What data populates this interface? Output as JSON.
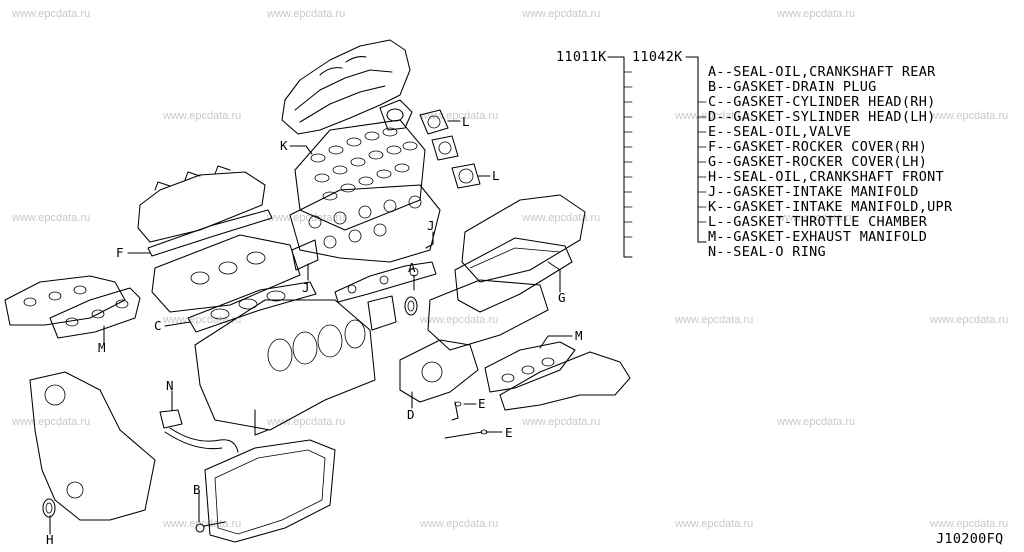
{
  "watermark": "www.epcdata.ru",
  "part_numbers": {
    "kit_a": "11011K",
    "kit_b": "11042K"
  },
  "legend": [
    {
      "code": "A",
      "text": "A--SEAL-OIL,CRANKSHAFT REAR"
    },
    {
      "code": "B",
      "text": "B--GASKET-DRAIN PLUG"
    },
    {
      "code": "C",
      "text": "C--GASKET-CYLINDER HEAD(RH)"
    },
    {
      "code": "D",
      "text": "D--GASKET-SYLINDER HEAD(LH)"
    },
    {
      "code": "E",
      "text": "E--SEAL-OIL,VALVE"
    },
    {
      "code": "F",
      "text": "F--GASKET-ROCKER COVER(RH)"
    },
    {
      "code": "G",
      "text": "G--GASKET-ROCKER COVER(LH)"
    },
    {
      "code": "H",
      "text": "H--SEAL-OIL,CRANKSHAFT FRONT"
    },
    {
      "code": "J",
      "text": "J--GASKET-INTAKE MANIFOLD"
    },
    {
      "code": "K",
      "text": "K--GASKET-INTAKE MANIFOLD,UPR"
    },
    {
      "code": "L",
      "text": "L--GASKET-THROTTLE CHAMBER"
    },
    {
      "code": "M",
      "text": "M--GASKET-EXHAUST MANIFOLD"
    },
    {
      "code": "N",
      "text": "N--SEAL-O RING"
    }
  ],
  "callouts": {
    "A": "A",
    "B": "B",
    "C": "C",
    "D": "D",
    "E1": "E",
    "E2": "E",
    "F": "F",
    "G": "G",
    "H": "H",
    "J1": "J",
    "J2": "J",
    "K": "K",
    "L1": "L",
    "L2": "L",
    "M1": "M",
    "M2": "M",
    "N": "N"
  },
  "figure_id": "J10200FQ"
}
